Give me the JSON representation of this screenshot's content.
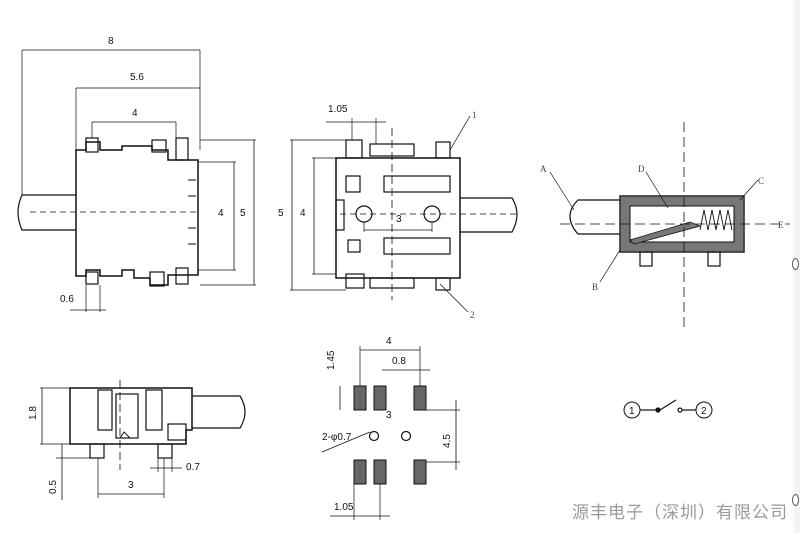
{
  "top_view": {
    "dims": [
      "8",
      "5.6",
      "4",
      "4",
      "5",
      "0.6"
    ]
  },
  "side_view_top": {
    "dims": [
      "1.05",
      "5",
      "4",
      "3"
    ],
    "labels": [
      "1",
      "2"
    ]
  },
  "section_view": {
    "labels": [
      "A",
      "B",
      "C",
      "D",
      "E"
    ]
  },
  "side_view_bottom": {
    "dims": [
      "1.8",
      "0.5",
      "0.7",
      "3"
    ]
  },
  "footprint": {
    "dims": [
      "4",
      "1.45",
      "0.8",
      "3",
      "2-φ0.7",
      "4.5",
      "1.05"
    ]
  },
  "schematic": {
    "terminals": [
      "1",
      "2"
    ]
  },
  "watermark": "源丰电子（深圳）有限公司"
}
